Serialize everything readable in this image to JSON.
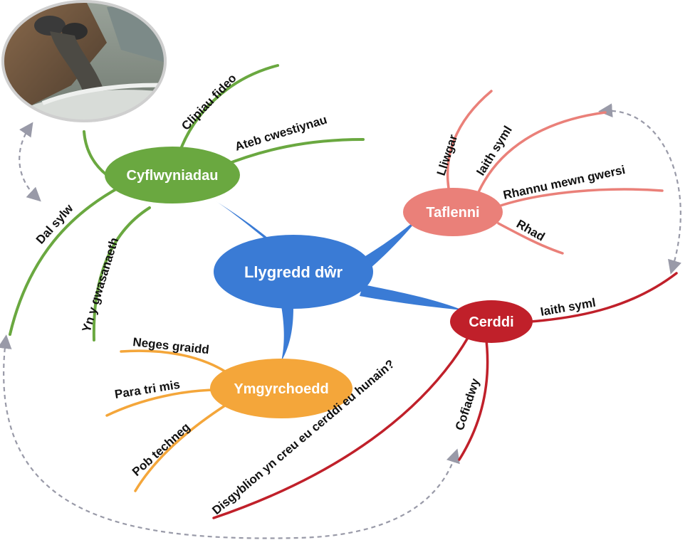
{
  "center": {
    "label": "Llygredd dŵr",
    "color": "#3a7bd5"
  },
  "branches": {
    "cyflwyniadau": {
      "label": "Cyflwyniadau",
      "color": "#6aa840",
      "leaves": [
        "Clipiau fideo",
        "Ateb cwestiynau",
        "Dal sylw",
        "Yn y gwasanaeth"
      ]
    },
    "taflenni": {
      "label": "Taflenni",
      "color": "#ea8079",
      "leaves": [
        "Lliwgar",
        "Iaith syml",
        "Rhannu mewn gwersi",
        "Rhad"
      ]
    },
    "cerddi": {
      "label": "Cerddi",
      "color": "#c0202a",
      "leaves": [
        "Iaith syml",
        "Cofiadwy",
        "Disgyblion yn creu eu cerddi eu hunain?"
      ]
    },
    "ymgyrchoedd": {
      "label": "Ymgyrchoedd",
      "color": "#f4a63a",
      "leaves": [
        "Neges graidd",
        "Para tri mis",
        "Pob techneg"
      ]
    }
  },
  "photo": {
    "icon": "polluted-water-pipe-photo"
  },
  "connector_color": "#999aa8"
}
